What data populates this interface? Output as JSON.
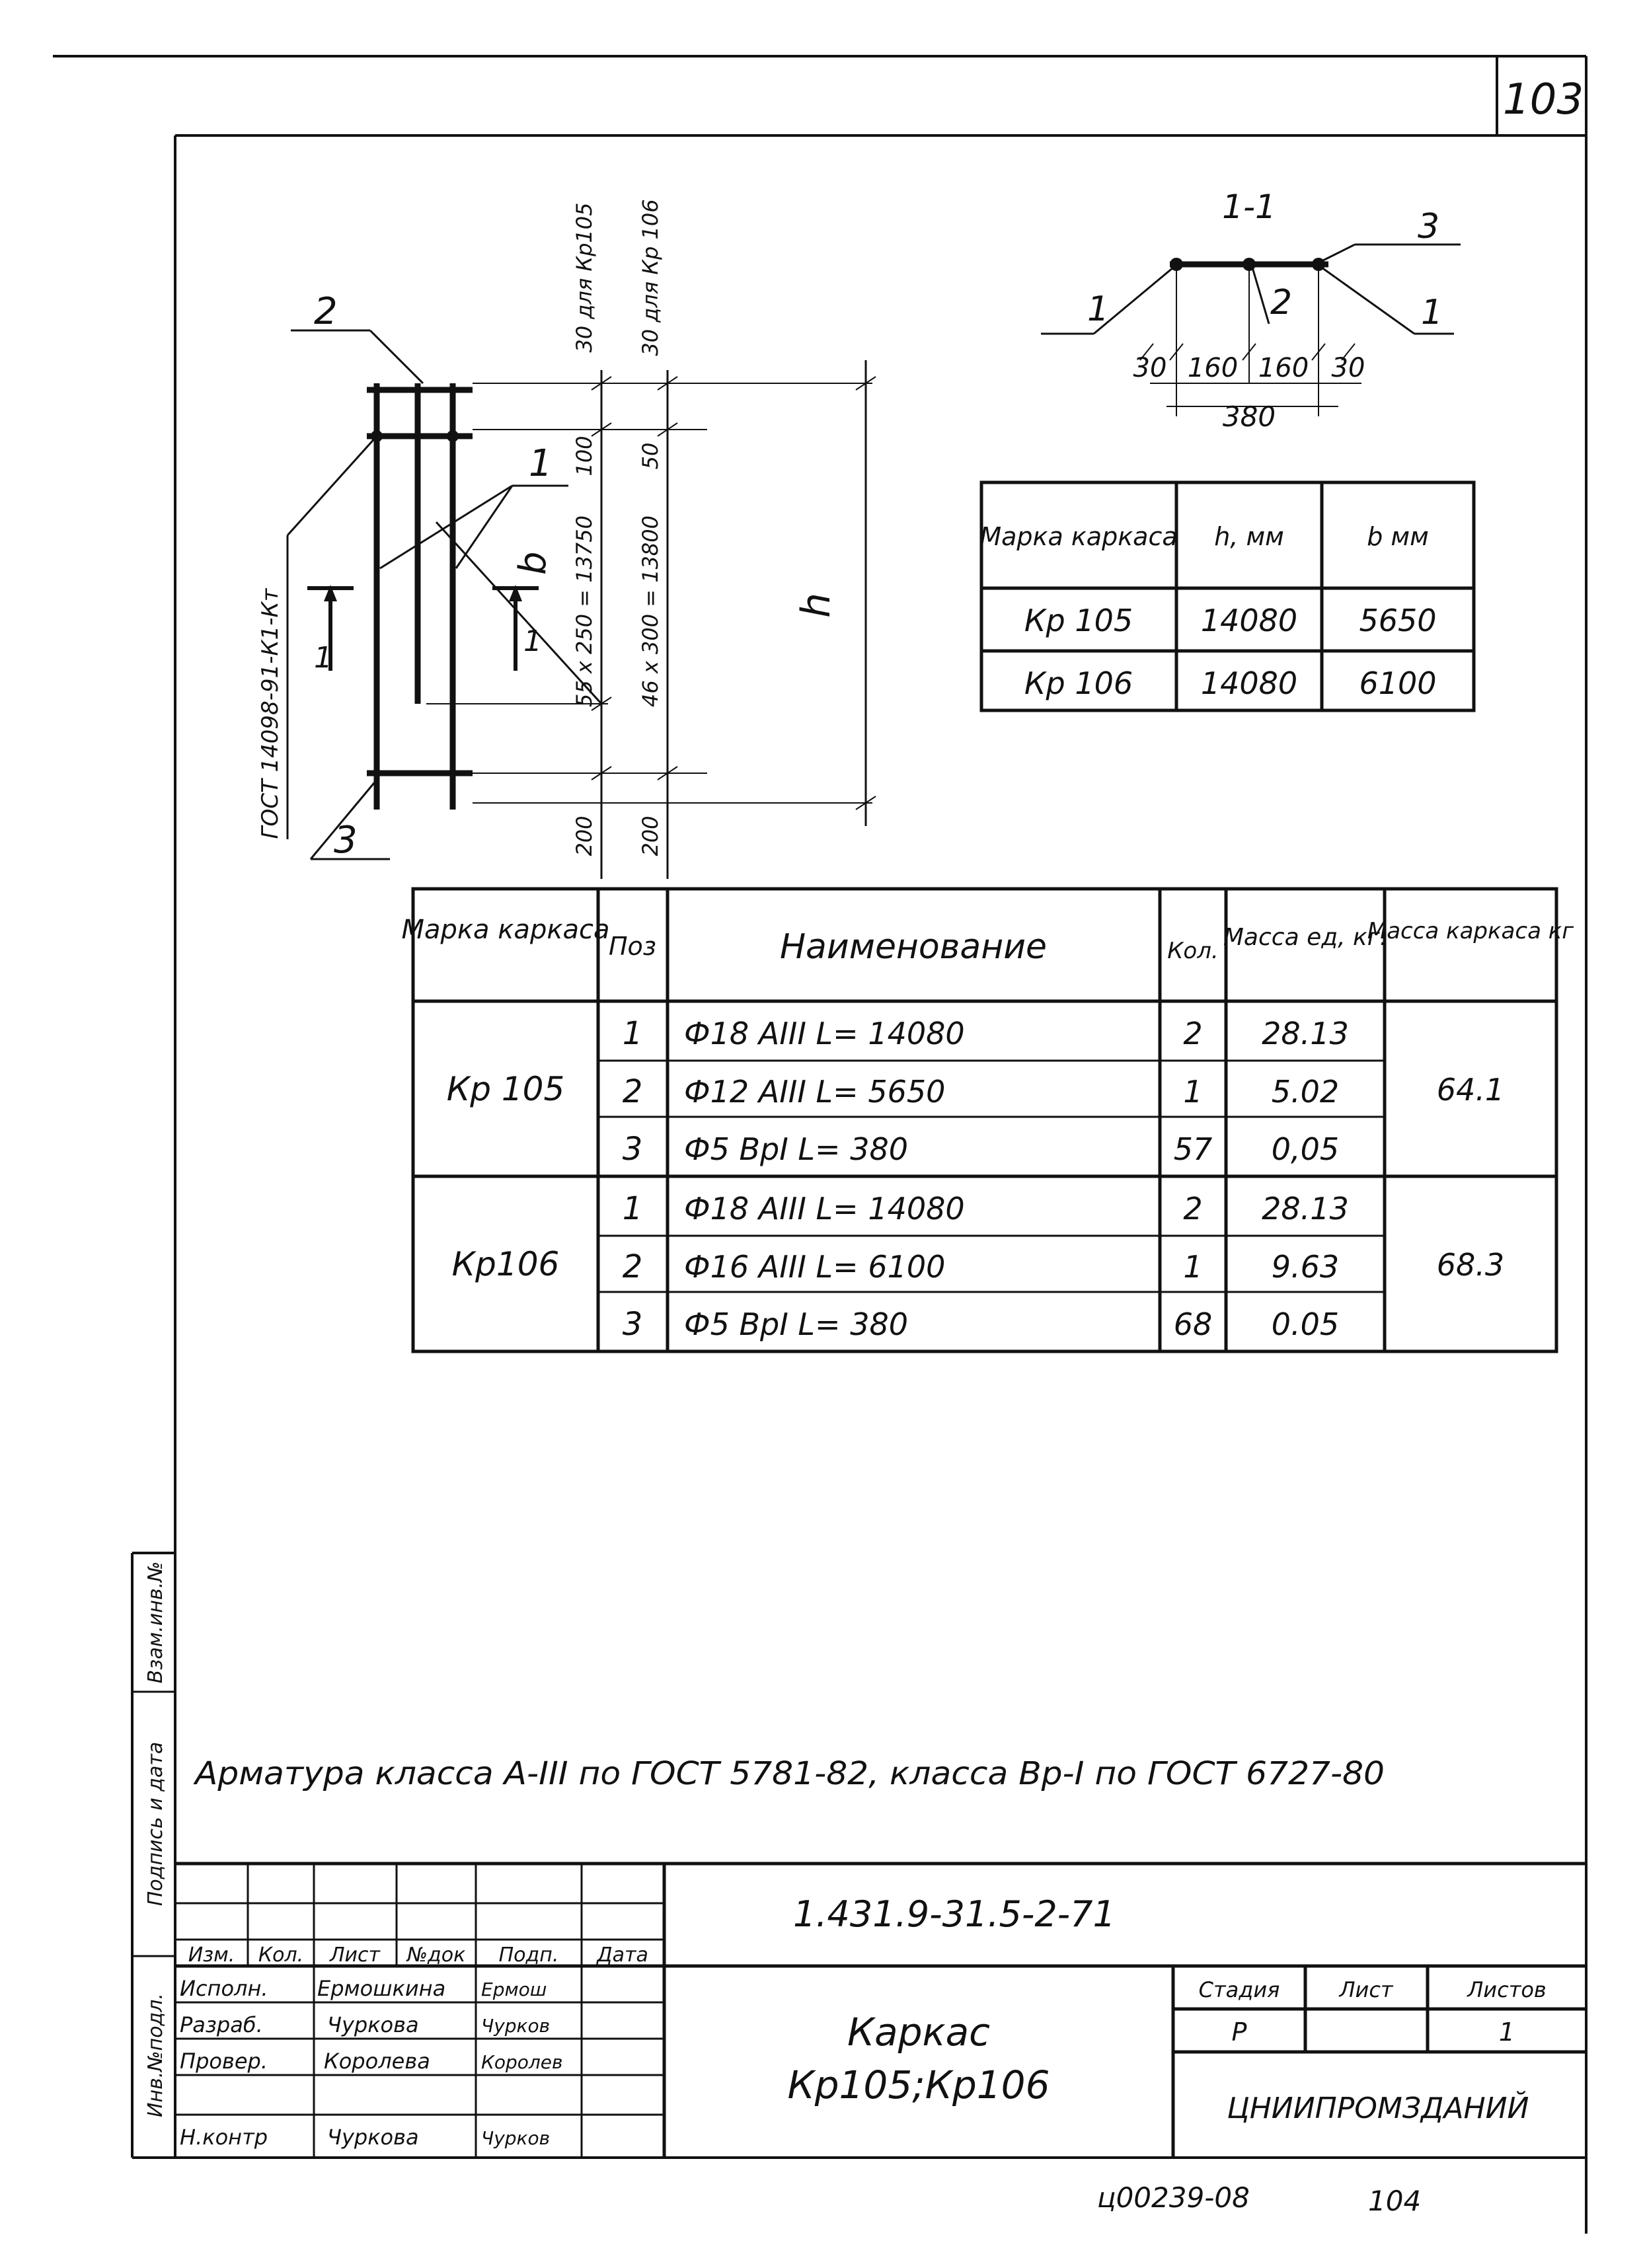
{
  "sheet_number": "103",
  "footer": {
    "archive_code": "ц00239-08",
    "page": "104"
  },
  "section": {
    "label": "1-1",
    "dims": [
      "30",
      "160",
      "160",
      "30"
    ],
    "total": "380",
    "callouts": [
      "1",
      "2",
      "3",
      "1"
    ]
  },
  "elevation": {
    "callout_2": "2",
    "callout_1": "1",
    "callout_3": "3",
    "b_label": "b",
    "h_label": "h",
    "cut_1": "1",
    "gost_note": "ГОСТ 14098-91-К1-Кт",
    "dims_a": [
      "30 для Кр105",
      "100",
      "55 х 250 = 13750",
      "200"
    ],
    "dims_b": [
      "30 для Кр 106",
      "50",
      "46 х 300 = 13800",
      "200"
    ]
  },
  "dim_table": {
    "headers": [
      "Марка каркаса",
      "h, мм",
      "b мм"
    ],
    "rows": [
      [
        "Кр 105",
        "14080",
        "5650"
      ],
      [
        "Кр 106",
        "14080",
        "6100"
      ]
    ]
  },
  "spec_table": {
    "headers": [
      "Марка каркаса",
      "Поз",
      "Наименование",
      "Кол.",
      "Масса ед, кг.",
      "Масса каркаса кг"
    ],
    "groups": [
      {
        "mark": "Кр 105",
        "total": "64.1",
        "rows": [
          {
            "pos": "1",
            "name": "Ф18 АIII   L= 14080",
            "qty": "2",
            "mass": "28.13"
          },
          {
            "pos": "2",
            "name": "Ф12 АIII   L= 5650",
            "qty": "1",
            "mass": "5.02"
          },
          {
            "pos": "3",
            "name": "Ф5 ВрI   L= 380",
            "qty": "57",
            "mass": "0,05"
          }
        ]
      },
      {
        "mark": "Кр106",
        "total": "68.3",
        "rows": [
          {
            "pos": "1",
            "name": "Ф18 АIII   L= 14080",
            "qty": "2",
            "mass": "28.13"
          },
          {
            "pos": "2",
            "name": "Ф16 АIII   L= 6100",
            "qty": "1",
            "mass": "9.63"
          },
          {
            "pos": "3",
            "name": "Ф5 ВрI   L= 380",
            "qty": "68",
            "mass": "0.05"
          }
        ]
      }
    ]
  },
  "note": "Арматура класса А-III по ГОСТ 5781-82, класса Вр-I по ГОСТ 6727-80",
  "stamp": {
    "doc_code": "1.431.9-31.5-2-71",
    "title_line1": "Каркас",
    "title_line2": "Кр105;Кр106",
    "headers": [
      "Изм.",
      "Кол.",
      "Лист",
      "№док",
      "Подп.",
      "Дата"
    ],
    "roles": [
      {
        "role": "Исполн.",
        "name": "Ермошкина",
        "sign": "Ермош"
      },
      {
        "role": "Разраб.",
        "name": "Чуркова",
        "sign": "Чурков"
      },
      {
        "role": "Провер.",
        "name": "Королева",
        "sign": "Королев"
      },
      {
        "role": "Н.контр",
        "name": "Чуркова",
        "sign": "Чурков"
      }
    ],
    "stage_header": "Стадия",
    "sheet_header": "Лист",
    "sheets_header": "Листов",
    "stage": "Р",
    "sheets": "1",
    "org": "ЦНИИПРОМЗДАНИЙ"
  },
  "side_stamp": [
    "Инв.№подл.",
    "Подпись и дата",
    "Взам.инв.№"
  ]
}
